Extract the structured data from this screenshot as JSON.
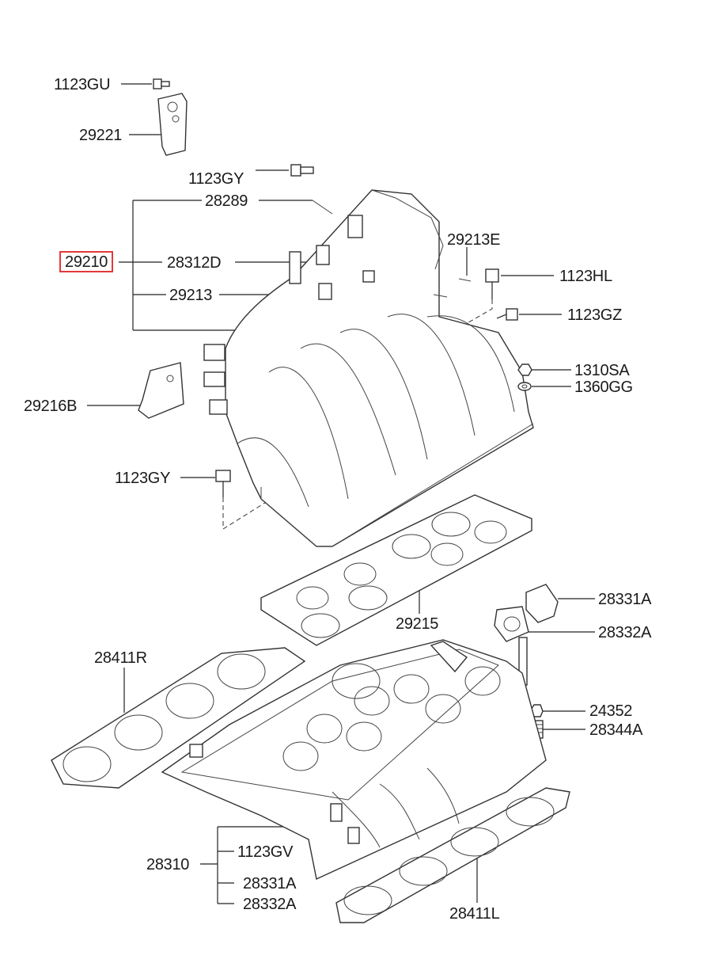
{
  "diagram": {
    "highlight_color": "#e23a3a",
    "labels": {
      "p_1123GU": "1123GU",
      "p_29221": "29221",
      "p_1123GY_top": "1123GY",
      "p_28289": "28289",
      "p_29210": "29210",
      "p_28312D": "28312D",
      "p_29213E": "29213E",
      "p_29213": "29213",
      "p_1123HL": "1123HL",
      "p_1123GZ": "1123GZ",
      "p_1310SA": "1310SA",
      "p_1360GG": "1360GG",
      "p_29216B": "29216B",
      "p_1123GY_mid": "1123GY",
      "p_29215": "29215",
      "p_28331A_right": "28331A",
      "p_28332A_right": "28332A",
      "p_28411R": "28411R",
      "p_24352": "24352",
      "p_28344A": "28344A",
      "p_28310": "28310",
      "p_1123GV": "1123GV",
      "p_28331A_bottom": "28331A",
      "p_28332A_bottom": "28332A",
      "p_28411L": "28411L"
    },
    "icons": [
      "bolt-icon",
      "nut-icon",
      "washer-icon",
      "stud-icon",
      "gasket-icon",
      "bracket-icon"
    ]
  }
}
